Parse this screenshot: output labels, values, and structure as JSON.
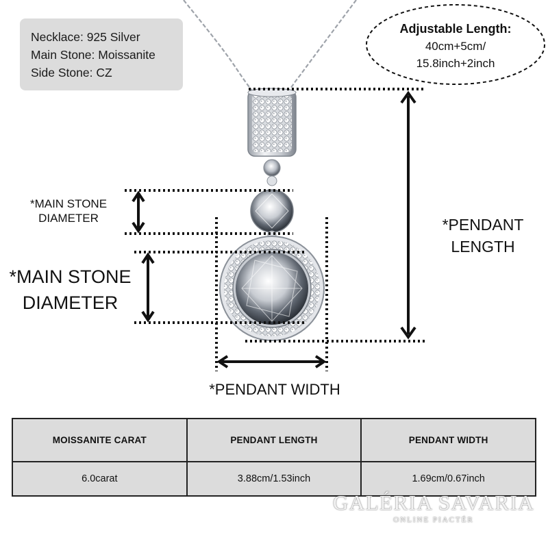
{
  "specs": {
    "necklace": "Necklace: 925 Silver",
    "main_stone": "Main Stone: Moissanite",
    "side_stone": "Side Stone: CZ"
  },
  "adjustable": {
    "title": "Adjustable Length:",
    "line1": "40cm+5cm/",
    "line2": "15.8inch+2inch"
  },
  "dimensions": {
    "main_stone_small_line1": "*MAIN STONE",
    "main_stone_small_line2": "DIAMETER",
    "main_stone_large_line1": "*MAIN STONE",
    "main_stone_large_line2": "DIAMETER",
    "pendant_length_line1": "*PENDANT",
    "pendant_length_line2": "LENGTH",
    "pendant_width": "*PENDANT WIDTH"
  },
  "table": {
    "headers": [
      "MOISSANITE CARAT",
      "PENDANT LENGTH",
      "PENDANT WIDTH"
    ],
    "rows": [
      [
        "6.0carat",
        "3.88cm/1.53inch",
        "1.69cm/0.67inch"
      ]
    ]
  },
  "watermark": {
    "main": "GALÉRIA SAVARIA",
    "sub": "ONLINE PIACTÉR"
  },
  "colors": {
    "label_box": "#dcdcdc",
    "table_fill": "#dcdcdc",
    "text": "#111111",
    "silver": "#c9ccd2"
  }
}
